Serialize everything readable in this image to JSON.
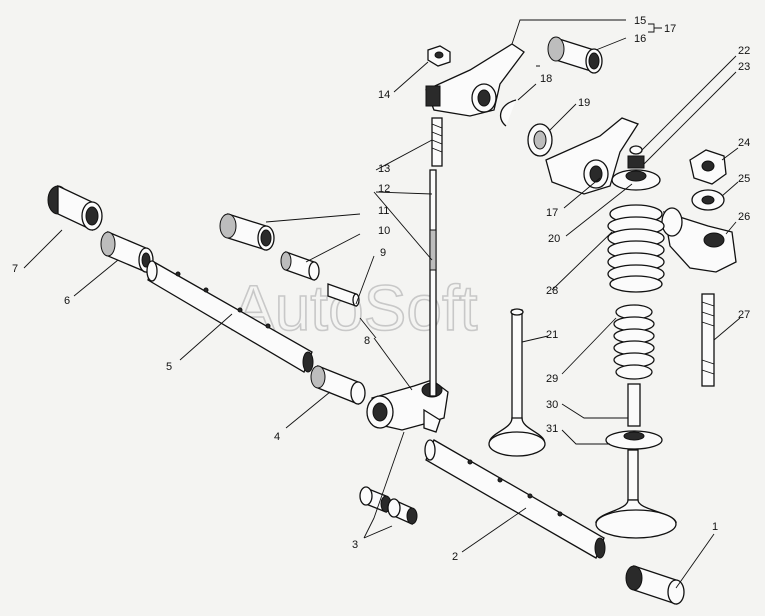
{
  "watermark": "AutoSoft",
  "callouts": [
    "1",
    "2",
    "3",
    "4",
    "5",
    "6",
    "7",
    "8",
    "9",
    "10",
    "11",
    "12",
    "13",
    "14",
    "15",
    "16",
    "17",
    "17",
    "18",
    "19",
    "20",
    "21",
    "22",
    "23",
    "24",
    "25",
    "26",
    "27",
    "28",
    "29",
    "30",
    "31"
  ]
}
